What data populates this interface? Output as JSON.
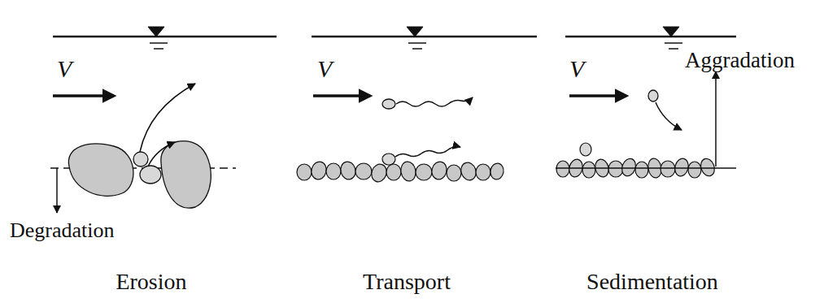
{
  "diagram": {
    "labels": [
      "V",
      "Degradation",
      "Erosion",
      "V",
      "Transport",
      "V",
      "Aggradation",
      "Sedimentation"
    ]
  }
}
